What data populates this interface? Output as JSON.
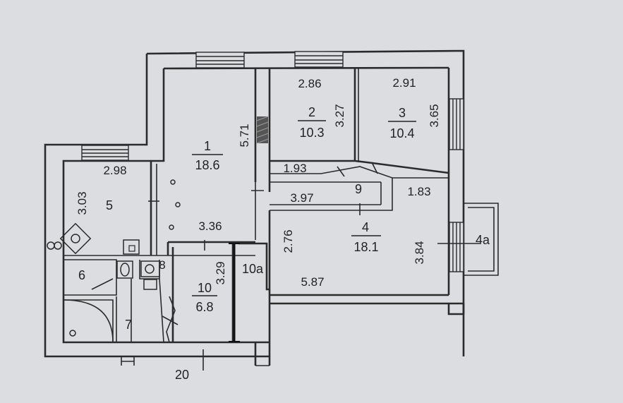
{
  "plan": {
    "rooms": [
      {
        "id": "1",
        "number": "1",
        "area": "18.6",
        "width": "3.36",
        "length": "5.71"
      },
      {
        "id": "2",
        "number": "2",
        "area": "10.3",
        "width": "2.86",
        "length": "3.27"
      },
      {
        "id": "3",
        "number": "3",
        "area": "10.4",
        "width": "2.91",
        "length": "3.65"
      },
      {
        "id": "4",
        "number": "4",
        "area": "18.1",
        "width": "5.87",
        "length": "3.84",
        "extra": "2.76",
        "extra2": "1.83"
      },
      {
        "id": "4a",
        "number": "4a"
      },
      {
        "id": "5",
        "number": "5",
        "width": "2.98",
        "length": "3.03"
      },
      {
        "id": "6",
        "number": "6"
      },
      {
        "id": "7",
        "number": "7"
      },
      {
        "id": "8",
        "number": "8"
      },
      {
        "id": "9",
        "number": "9",
        "width": "1.93",
        "length": "3.97"
      },
      {
        "id": "10",
        "number": "10",
        "area": "6.8",
        "length": "3.29"
      },
      {
        "id": "10a",
        "number": "10a"
      }
    ],
    "footer_number": "20"
  }
}
